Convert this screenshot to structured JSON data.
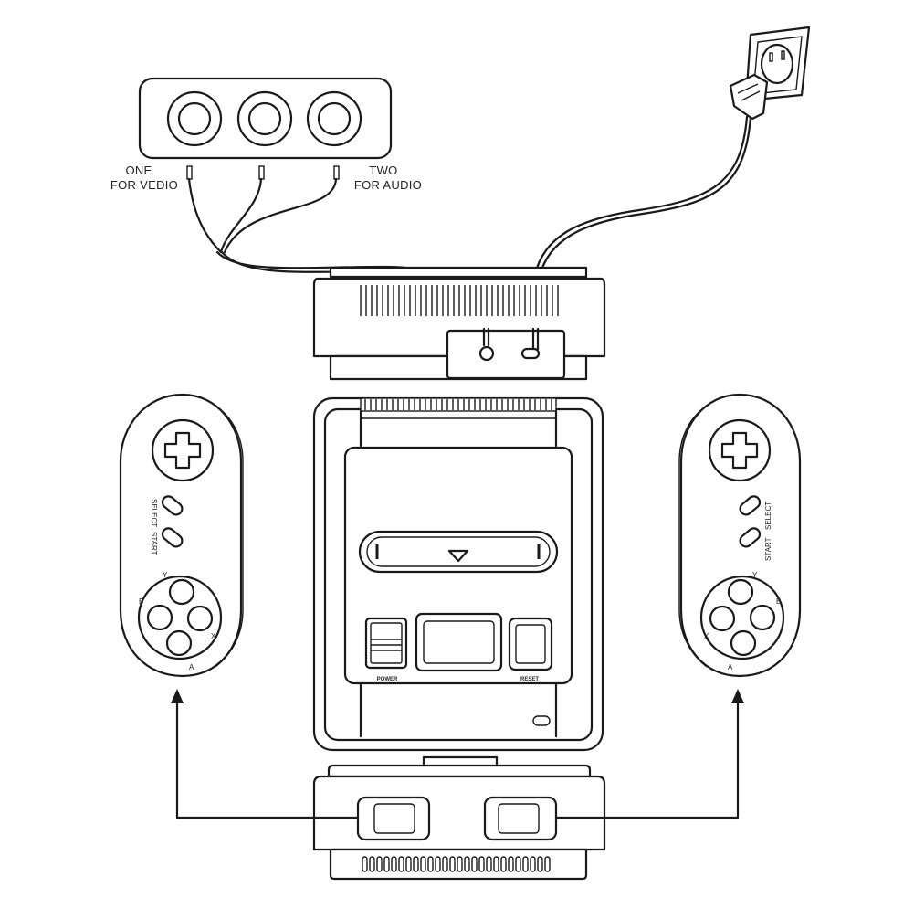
{
  "labels": {
    "video_line1": "ONE",
    "video_line2": "FOR VEDIO",
    "audio_line1": "TWO",
    "audio_line2": "FOR AUDIO"
  },
  "console": {
    "power_label": "POWER",
    "reset_label": "RESET"
  },
  "left_controller": {
    "select_label": "SELECT",
    "start_label": "START",
    "button_y": "Y",
    "button_x": "X",
    "button_b": "B",
    "button_a": "A"
  },
  "right_controller": {
    "select_label": "SELECT",
    "start_label": "START",
    "button_y": "Y",
    "button_x": "X",
    "button_b": "B",
    "button_a": "A"
  },
  "colors": {
    "line": "#1a1a1a",
    "background": "#ffffff"
  }
}
